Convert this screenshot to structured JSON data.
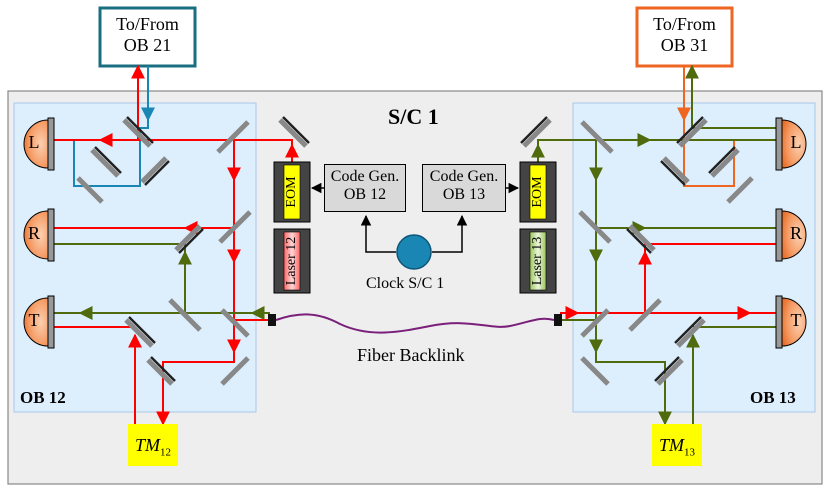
{
  "spacecraft_label": "S/C 1",
  "external": {
    "left": {
      "line1": "To/From",
      "line2": "OB 21",
      "color": "#1a6e80"
    },
    "right": {
      "line1": "To/From",
      "line2": "OB 31",
      "color": "#ee6622"
    }
  },
  "benches": {
    "left": "OB 12",
    "right": "OB 13"
  },
  "photodiodes": {
    "left": [
      "L",
      "R",
      "T"
    ],
    "right": [
      "L",
      "R",
      "T"
    ]
  },
  "eom_label": "EOM",
  "lasers": {
    "left": "Laser 12",
    "right": "Laser 13"
  },
  "code_gen": {
    "left": {
      "line1": "Code Gen.",
      "line2": "OB 12"
    },
    "right": {
      "line1": "Code Gen.",
      "line2": "OB 13"
    }
  },
  "clock_label": "Clock S/C 1",
  "fiber_label": "Fiber Backlink",
  "test_masses": {
    "left": {
      "base": "TM",
      "sub": "12"
    },
    "right": {
      "base": "TM",
      "sub": "13"
    }
  },
  "colors": {
    "red_beam": "#ff0000",
    "green_beam": "#4f6b0e",
    "blue_beam": "#1a86b3",
    "orange_beam": "#ee6622",
    "fiber": "#7a1f7a",
    "bench_fill": "#ddeefc",
    "sc_fill": "#eeeeee",
    "clock_fill": "#1a86b3",
    "tm_fill": "#ffff00"
  }
}
